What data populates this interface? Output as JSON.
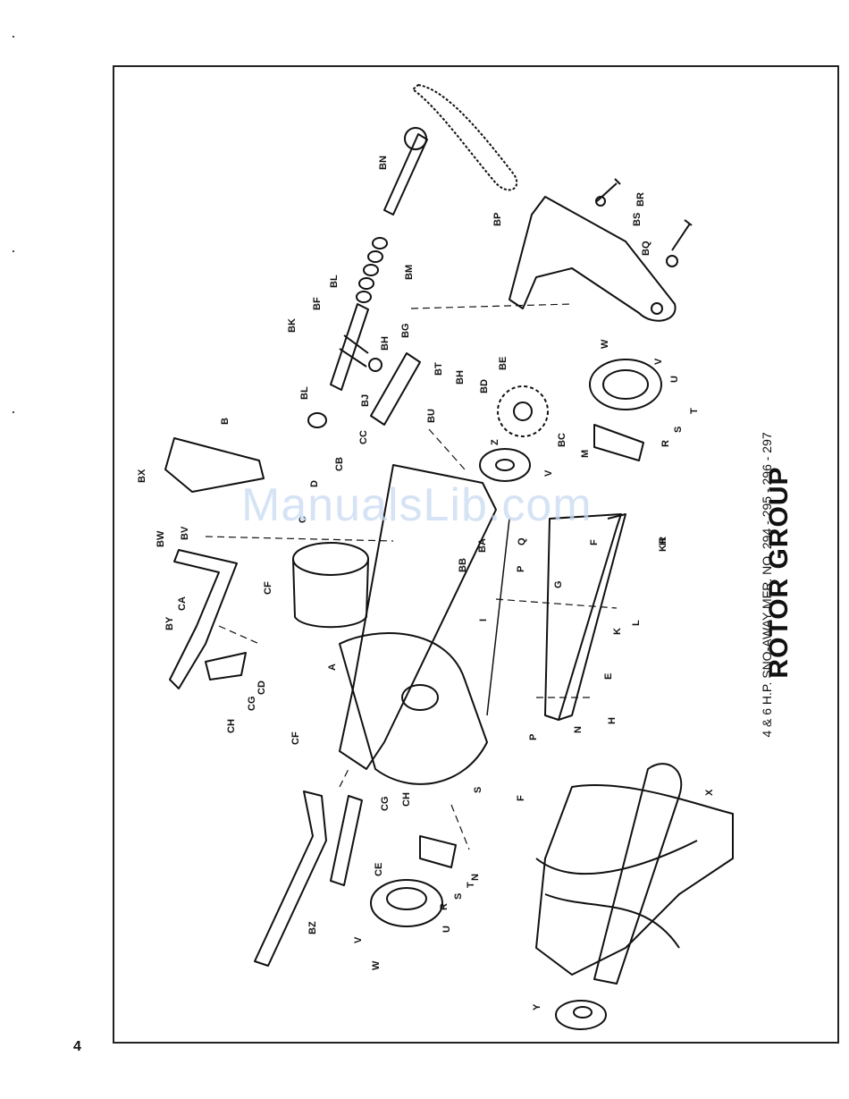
{
  "page": {
    "number": "4",
    "watermark": "ManualsLib.com"
  },
  "title": {
    "main": "ROTOR GROUP",
    "sub": "4 & 6 H.P. SNO-AWAY MFR. NO. 294 - 295 - 296 - 297"
  },
  "part_labels": [
    "A",
    "B",
    "C",
    "D",
    "E",
    "F",
    "F",
    "G",
    "H",
    "H",
    "I",
    "K",
    "K",
    "L",
    "M",
    "N",
    "N",
    "P",
    "P",
    "Q",
    "R",
    "R",
    "R",
    "S",
    "S",
    "S",
    "T",
    "T",
    "U",
    "U",
    "V",
    "V",
    "V",
    "W",
    "W",
    "X",
    "Y",
    "Z",
    "BA",
    "BB",
    "BC",
    "BD",
    "BE",
    "BF",
    "BG",
    "BH",
    "BH",
    "BJ",
    "BK",
    "BL",
    "BL",
    "BM",
    "BN",
    "BP",
    "BQ",
    "BR",
    "BS",
    "BT",
    "BU",
    "BV",
    "BW",
    "BX",
    "BY",
    "CA",
    "CB",
    "CC",
    "CD",
    "CE",
    "CF",
    "CF",
    "CG",
    "CG",
    "CH",
    "CH",
    "BZ"
  ],
  "colors": {
    "ink": "#111111",
    "watermark": "#c8daf2"
  }
}
